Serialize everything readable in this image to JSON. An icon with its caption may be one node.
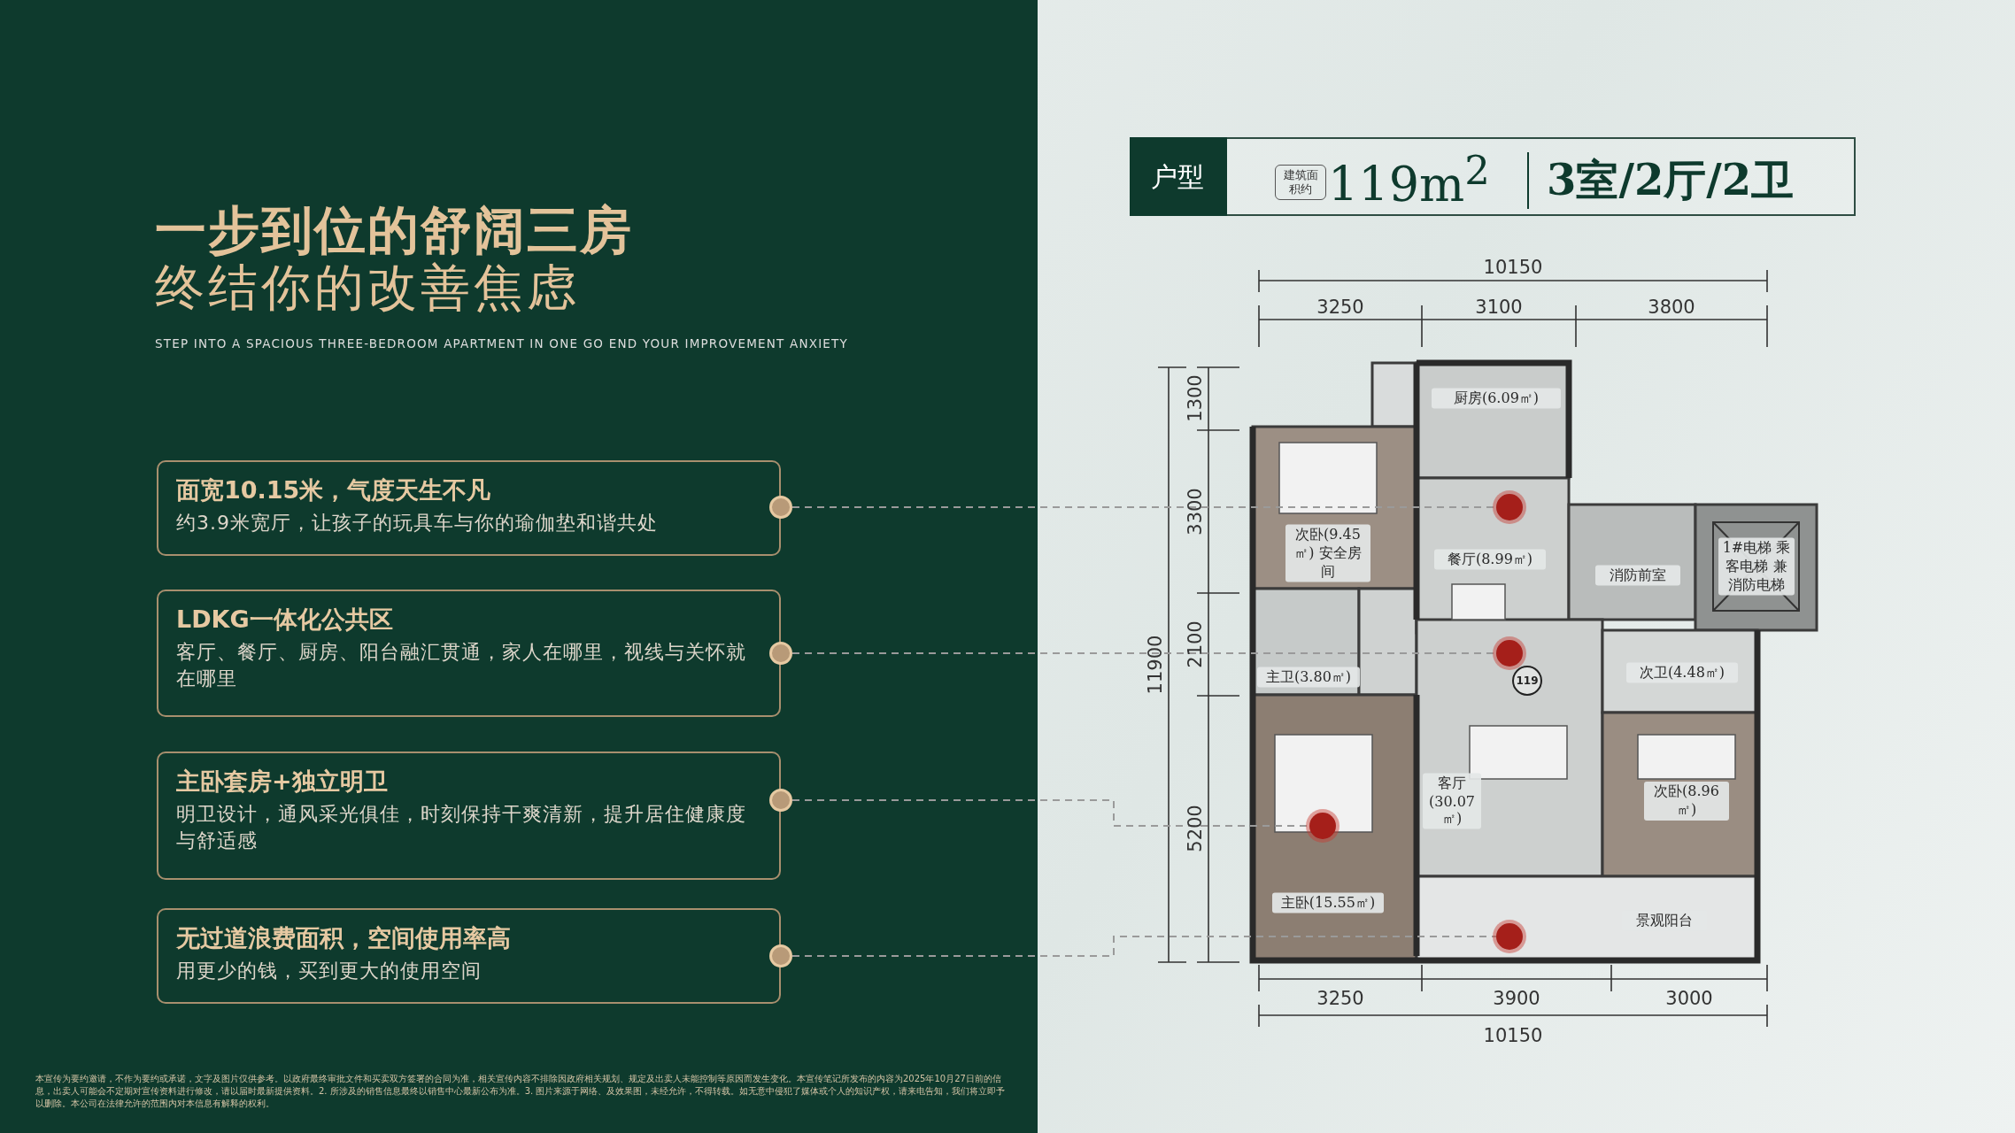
{
  "diagram": {
    "title": "一步到位的舒阔三房",
    "nodes": [
      {
        "text": [
          "面宽10.15米，气度天生不凡",
          "约3.9米宽厅，让孩子的玩具车与你的瑜伽垫和谐共处"
        ]
      },
      {
        "text": [
          "LDKG一体化公共区",
          "客厅、餐厅、厨房、阳台融汇贯通，家人在哪里，视线与关怀就在哪里"
        ]
      },
      {
        "text": [
          "主卧套房+独立明卫",
          "明卫设计，通风采光俱佳，时刻保持干爽清新，提升居住健康度与舒适感"
        ]
      },
      {
        "text": [
          "无过道浪费面积，空间使用率高",
          "用更少的钱，买到更大的使用空间"
        ]
      },
      {
        "text": [],
        "shape": "circle"
      },
      {
        "text": [],
        "shape": "circle"
      },
      {
        "text": [],
        "shape": "circle"
      },
      {
        "text": [],
        "shape": "circle"
      }
    ],
    "edges": [
      {
        "from": 0,
        "to": 4,
        "arrow": "none",
        "style": "dashed"
      },
      {
        "from": 1,
        "to": 5,
        "arrow": "none",
        "style": "dashed"
      },
      {
        "from": 2,
        "to": 6,
        "arrow": "none",
        "style": "dashed"
      },
      {
        "from": 3,
        "to": 7,
        "arrow": "none",
        "style": "dashed"
      }
    ],
    "labels": [
      "终结你的改善焦虑",
      "STEP INTO A SPACIOUS THREE-BEDROOM APARTMENT IN ONE GO END YOUR IMPROVEMENT ANXIETY",
      "户型",
      "建筑面积约",
      "119m$^{2}$",
      "3室/2厅/2卫",
      "10150",
      "3250",
      "3100",
      "3800",
      "1300",
      "3300",
      "2100",
      "5200",
      "11900",
      "厨房(6.09㎡)",
      "次卧(9.45㎡) 安全房间",
      "餐厅(8.99㎡)",
      "消防前室",
      "1#电梯 乘客电梯 兼消防电梯",
      "主卫(3.80㎡)",
      "119",
      "次卫(4.48㎡)",
      "客厅(30.07㎡)",
      "次卧(8.96㎡)",
      "主卧(15.55㎡)",
      "景观阳台",
      "3250",
      "3900",
      "3000",
      "10150",
      "本宣传为要约邀请，不作为要约或承诺，文字及图片仅供参考。以政府最终审批文件和买卖双方签署的合同为准，相关宣传内容不排除因政府相关规划、规定及出卖人未能控制等原因而发生变化。本宣传笔记所发布的内容为2025年10月27日前的信息，出卖人可能会不定期对宣传资料进行修改，请以届时最新提供资料。2. 所涉及的销售信息最终以销售中心最新公布为准。3. 图片来源于网络、及效果图，未经允许，不得转载。如无意中侵犯了媒体或个人的知识产权，请来电告知，我们将立即予以删除。本公司在法律允许的范围内对本信息有解释的权利。"
    ]
  }
}
